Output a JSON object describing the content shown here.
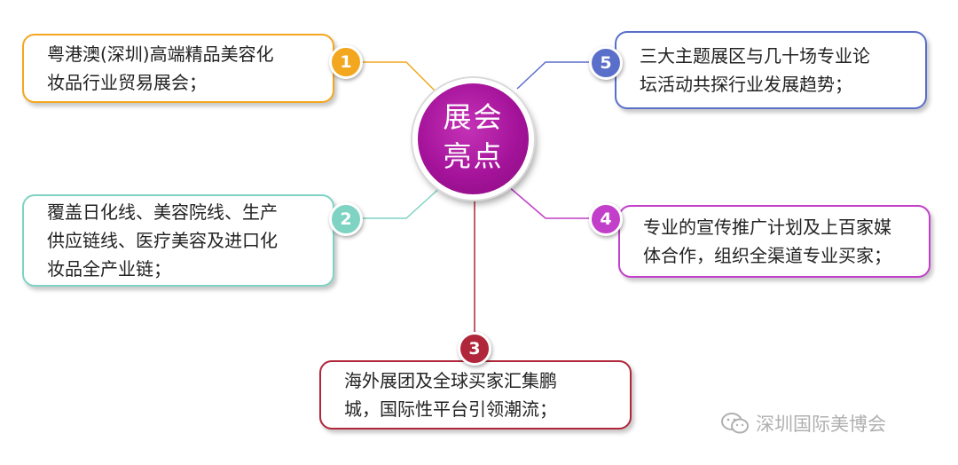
{
  "center": {
    "line1": "展会",
    "line2": "亮点"
  },
  "items": [
    {
      "number": "1",
      "lines": [
        "粤港澳(深圳)高端精品美容化",
        "妆品行业贸易展会；"
      ],
      "color": "#f2a71e"
    },
    {
      "number": "2",
      "lines": [
        "覆盖日化线、美容院线、生产",
        "供应链线、医疗美容及进口化",
        "妆品全产业链；"
      ],
      "color": "#7fd3c3"
    },
    {
      "number": "3",
      "lines": [
        "海外展团及全球买家汇集鹏",
        "城，国际性平台引领潮流；"
      ],
      "color": "#b0263a"
    },
    {
      "number": "4",
      "lines": [
        "专业的宣传推广计划及上百家媒",
        "体合作，组织全渠道专业买家；"
      ],
      "color": "#c23fc9"
    },
    {
      "number": "5",
      "lines": [
        "三大主题展区与几十场专业论",
        "坛活动共探行业发展趋势；"
      ],
      "color": "#5a6fc9"
    }
  ],
  "watermark": {
    "text": "深圳国际美博会",
    "icon": "wechat-icon"
  }
}
